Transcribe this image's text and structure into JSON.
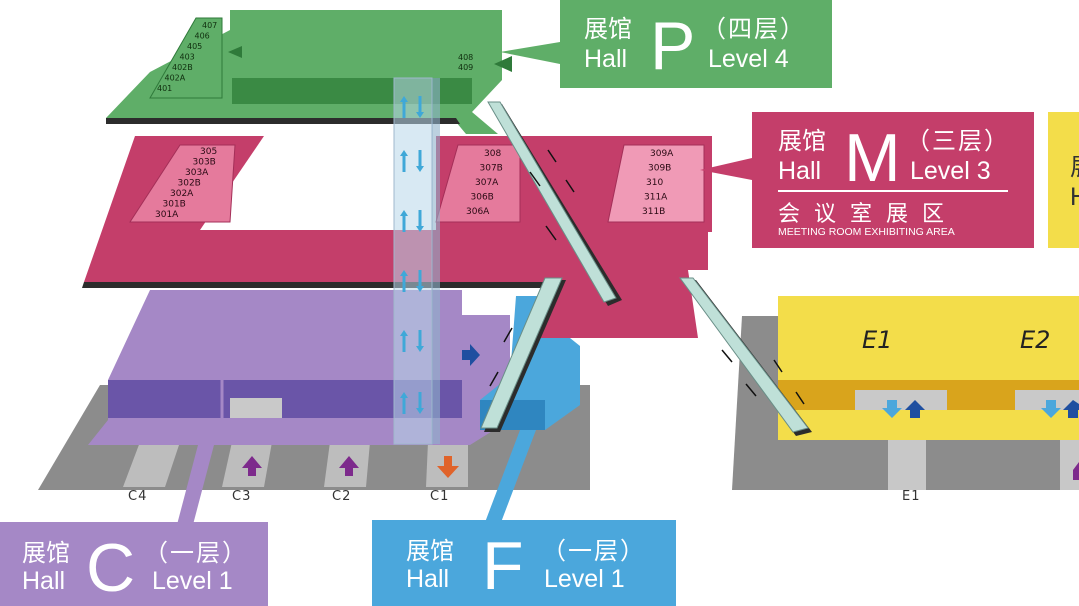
{
  "colors": {
    "hall_p": "#5fae68",
    "hall_m": "#c43e6a",
    "hall_c": "#a588c6",
    "hall_f": "#4ba7dc",
    "hall_e": "#f3dd4a",
    "ground": "#8c8c8c",
    "elevator": "#b8d7ea",
    "arrow_up": "#7d2a8c",
    "arrow_down": "#e0632a"
  },
  "halls": {
    "p": {
      "zh": "展馆",
      "hall": "Hall",
      "letter": "P",
      "level_zh": "（四层）",
      "level_en": "Level 4",
      "rooms": [
        "407",
        "406",
        "405",
        "403",
        "402B",
        "402A",
        "401",
        "408",
        "409"
      ]
    },
    "m": {
      "zh": "展馆",
      "hall": "Hall",
      "letter": "M",
      "level_zh": "（三层）",
      "level_en": "Level 3",
      "sub_zh": "会议室展区",
      "sub_en": "MEETING ROOM EXHIBITING AREA",
      "rooms_left": [
        "305",
        "303B",
        "303A",
        "302B",
        "302A",
        "301B",
        "301A"
      ],
      "rooms_mid": [
        "308",
        "307B",
        "307A",
        "306B",
        "306A"
      ],
      "rooms_right": [
        "309A",
        "309B",
        "310",
        "311A",
        "311B"
      ]
    },
    "c": {
      "zh": "展馆",
      "hall": "Hall",
      "letter": "C",
      "level_zh": "（一层）",
      "level_en": "Level 1"
    },
    "f": {
      "zh": "展馆",
      "hall": "Hall",
      "letter": "F",
      "level_zh": "（一层）",
      "level_en": "Level 1"
    },
    "e": {
      "zones": [
        "E1",
        "E2"
      ],
      "partial_zh": "展",
      "partial_en": "H"
    }
  },
  "gates": [
    "C4",
    "C3",
    "C2",
    "C1",
    "E1"
  ]
}
